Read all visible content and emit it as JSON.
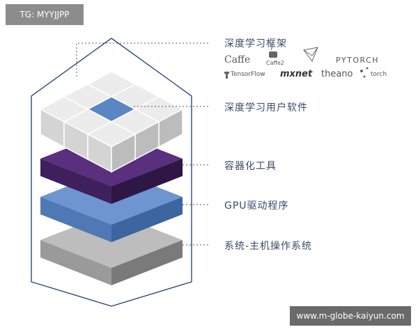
{
  "watermark_top": "TG: MYYJJPP",
  "watermark_bottom": "www.m-globe-kaiyun.com",
  "layers": [
    {
      "label": "深度学习框架",
      "color": "#2c3e66"
    },
    {
      "label": "深度学习用户软件",
      "color": "#2c3e66"
    },
    {
      "label": "容器化工具",
      "color": "#3f1f5c"
    },
    {
      "label": "GPU驱动程序",
      "color": "#5b86c4"
    },
    {
      "label": "系统-主机操作系统",
      "color": "#8a8a8a"
    }
  ],
  "frameworks": [
    "Caffe",
    "Caffe2",
    "PYTORCH",
    "TensorFlow",
    "mxnet",
    "theano",
    "torch"
  ],
  "colors": {
    "frame": "#2c4a7a",
    "container": "#3f1f5c",
    "driver": "#5b86c4",
    "os": "#8a8a8a",
    "cube": "#e8e8e8",
    "cube_highlight": "#5b86c4"
  }
}
